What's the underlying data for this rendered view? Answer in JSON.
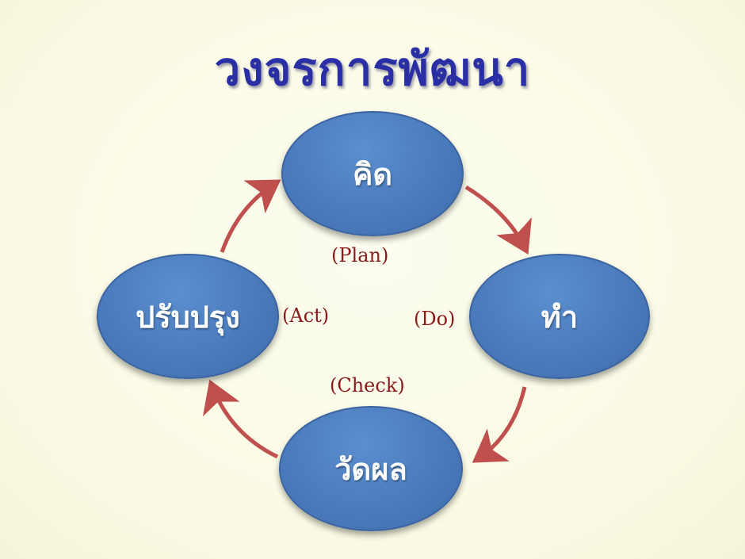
{
  "title": "วงจรการพัฒนา",
  "nodes": {
    "plan": {
      "label": "คิด",
      "english": "(Plan)"
    },
    "do": {
      "label": "ทำ",
      "english": "(Do)"
    },
    "check": {
      "label": "วัดผล",
      "english": "(Check)"
    },
    "act": {
      "label": "ปรับปรุง",
      "english": "(Act)"
    }
  },
  "colors": {
    "background": "#fbfbe6",
    "node_fill": "#4a7bbd",
    "title": "#2a2fa6",
    "english_label": "#8a1a1a",
    "arrow": "#c0504d"
  },
  "cycle_order": [
    "plan",
    "do",
    "check",
    "act"
  ]
}
